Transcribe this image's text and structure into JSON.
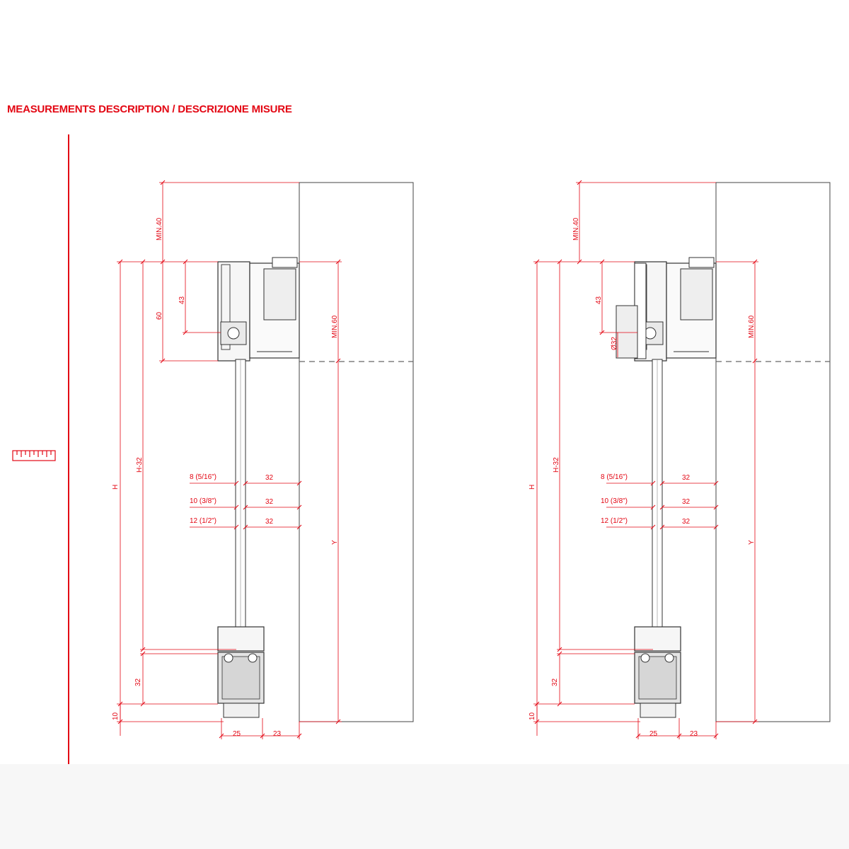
{
  "title": "MEASUREMENTS DESCRIPTION / DESCRIZIONE MISURE",
  "colors": {
    "accent": "#e30613",
    "line": "#333333",
    "wall": "#444444"
  },
  "ruler_icon": "ruler-icon",
  "details": [
    {
      "name": "detail-left",
      "labels": {
        "min40": "MIN.40",
        "min60": "MIN.60",
        "d60": "60",
        "d43": "43",
        "h": "H",
        "hm32": "H-32",
        "y": "Y",
        "d32b": "32",
        "d10": "10",
        "d25": "25",
        "d23": "23",
        "dia": ""
      },
      "glass": [
        {
          "label": "8 (5/16\")",
          "value": "32"
        },
        {
          "label": "10 (3/8\")",
          "value": "32"
        },
        {
          "label": "12 (1/2\")",
          "value": "32"
        }
      ]
    },
    {
      "name": "detail-right",
      "labels": {
        "min40": "MIN.40",
        "min60": "MIN.60",
        "d60": "",
        "d43": "43",
        "h": "H",
        "hm32": "H-32",
        "y": "Y",
        "d32b": "32",
        "d10": "10",
        "d25": "25",
        "d23": "23",
        "dia": "Ø32"
      },
      "glass": [
        {
          "label": "8 (5/16\")",
          "value": "32"
        },
        {
          "label": "10 (3/8\")",
          "value": "32"
        },
        {
          "label": "12 (1/2\")",
          "value": "32"
        }
      ]
    }
  ]
}
